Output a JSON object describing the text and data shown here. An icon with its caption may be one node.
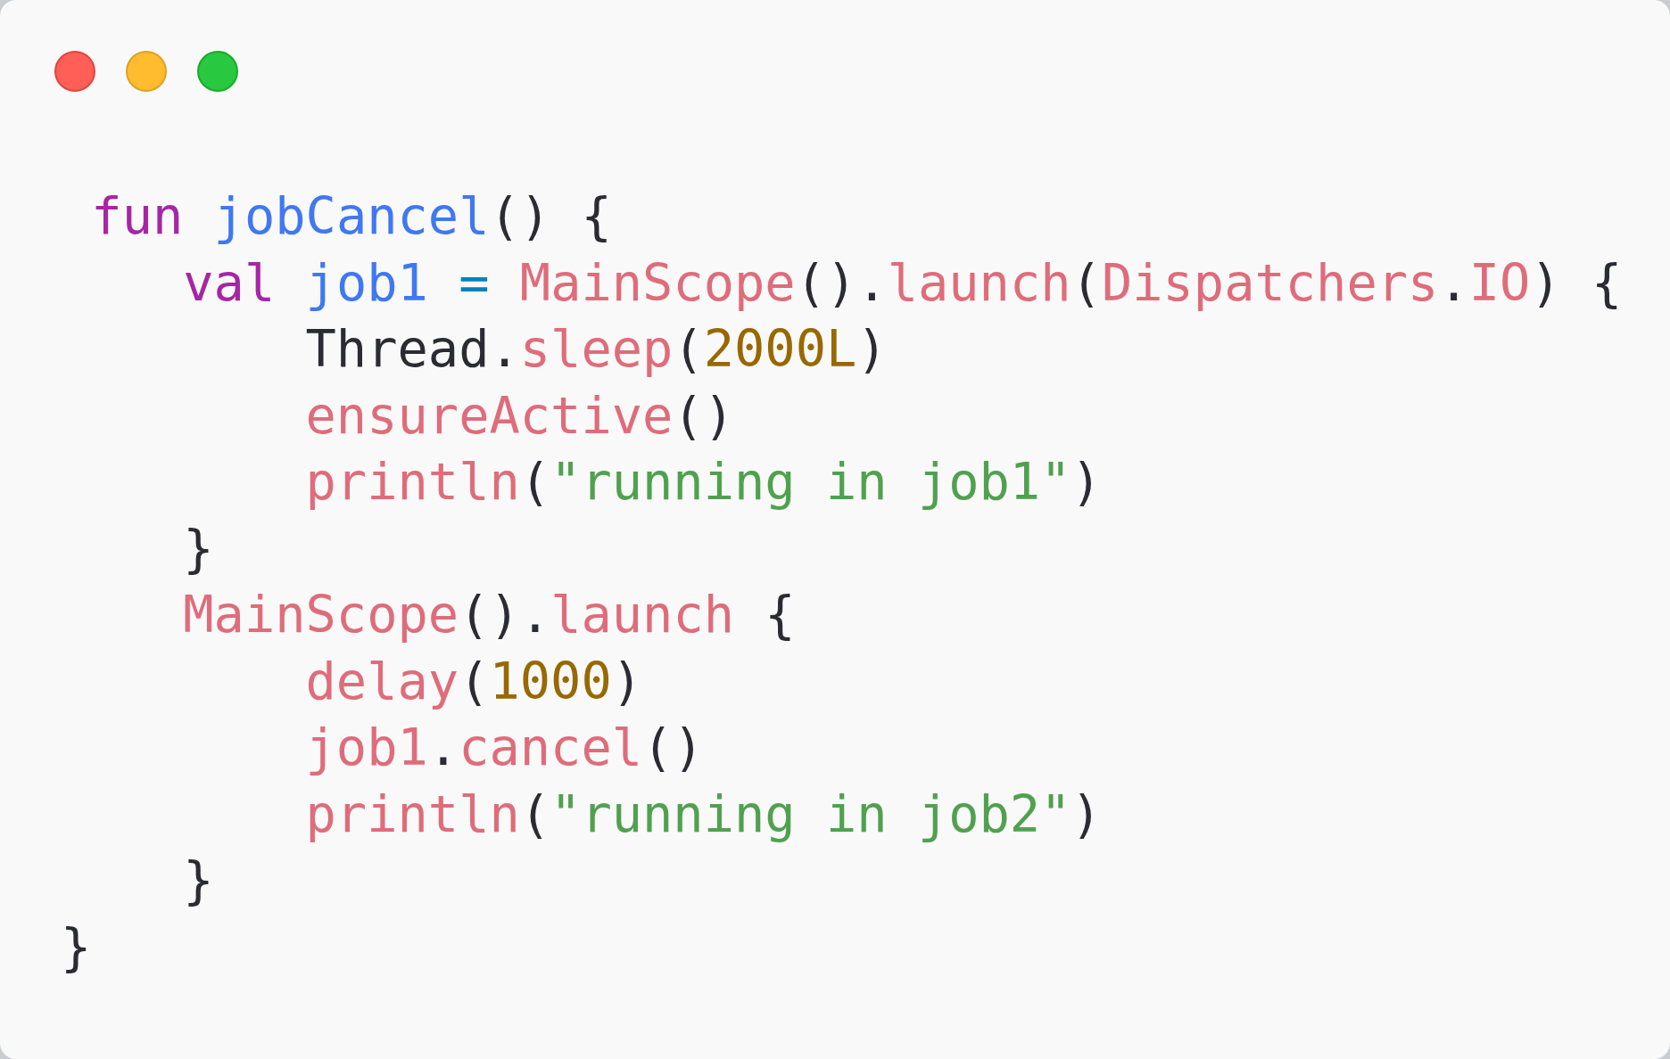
{
  "diagram": {
    "labels": [
      " fun jobCancel() {",
      "    val job1 = MainScope().launch(Dispatchers.IO) {",
      "        Thread.sleep(2000L)",
      "        ensureActive()",
      "        println(\"running in job1\")",
      "    }",
      "    MainScope().launch {",
      "        delay(1000)",
      "        job1.cancel()",
      "        println(\"running in job2\")",
      "    }",
      "}"
    ]
  }
}
